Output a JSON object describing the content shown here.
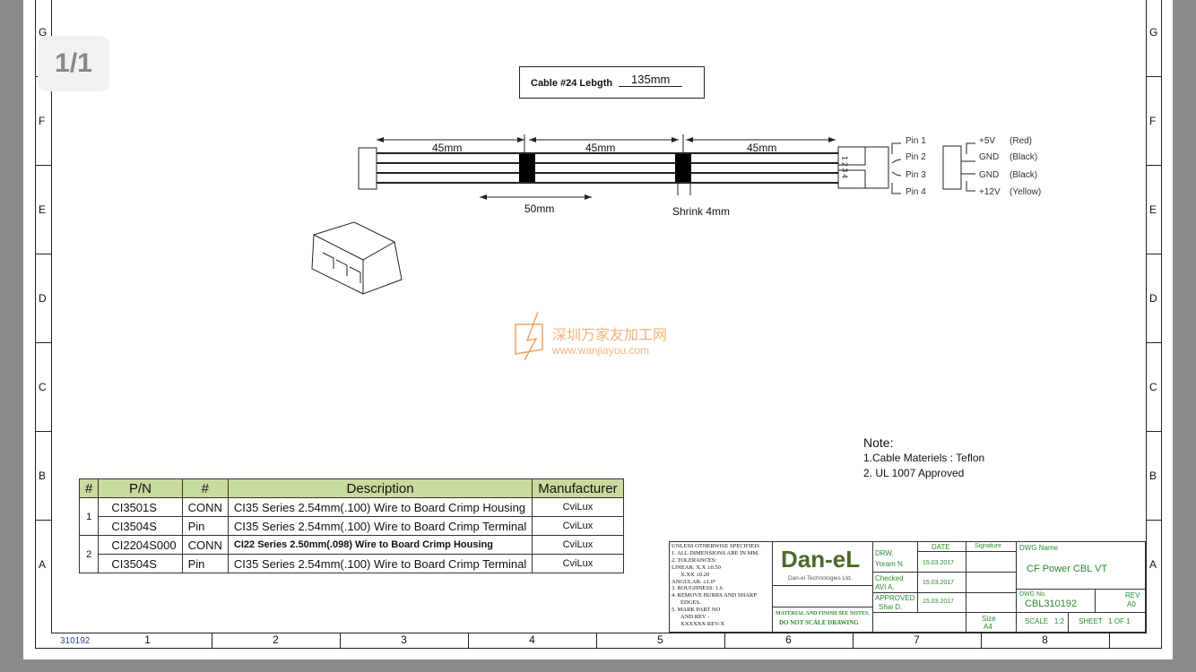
{
  "viewer": {
    "page_indicator": "1/1"
  },
  "zones": {
    "rows": [
      "G",
      "F",
      "E",
      "D",
      "C",
      "B",
      "A"
    ],
    "cols": [
      "1",
      "2",
      "3",
      "4",
      "5",
      "6",
      "7",
      "8"
    ]
  },
  "cable": {
    "label": "Cable #24 Lebgth",
    "length": "135mm",
    "seg1": "45mm",
    "seg2": "45mm",
    "seg3": "45mm",
    "offset": "50mm",
    "shrink": "Shrink 4mm",
    "connector_numbers": "1 2 3 4"
  },
  "pins": [
    {
      "pin": "Pin 1",
      "signal": "+5V",
      "color": "(Red)"
    },
    {
      "pin": "Pin 2",
      "signal": "GND",
      "color": "(Black)"
    },
    {
      "pin": "Pin 3",
      "signal": "GND",
      "color": "(Black)"
    },
    {
      "pin": "Pin 4",
      "signal": "+12V",
      "color": "(Yellow)"
    }
  ],
  "watermark": {
    "cn": "深圳万家友加工网",
    "url": "www.wanjiayou.com"
  },
  "note": {
    "title": "Note:",
    "lines": [
      "1.Cable Materiels : Teflon",
      "2. UL 1007 Approved"
    ]
  },
  "bom": {
    "headers": [
      "#",
      "P/N",
      "#",
      "Description",
      "Manufacturer"
    ],
    "groups": [
      {
        "num": "1",
        "rows": [
          [
            "CI3501S",
            "CONN",
            "CI35 Series 2.54mm(.100) Wire to Board Crimp Housing",
            "CviLux"
          ],
          [
            "CI3504S",
            "Pin",
            "CI35 Series 2.54mm(.100) Wire to Board Crimp Terminal",
            "CviLux"
          ]
        ]
      },
      {
        "num": "2",
        "rows": [
          [
            "CI2204S000",
            "CONN",
            "CI22 Series 2.50mm(.098) Wire to Board Crimp Housing",
            "CviLux"
          ],
          [
            "CI3504S",
            "Pin",
            "CI35 Series 2.54mm(.100) Wire to Board Crimp Terminal",
            "CviLux"
          ]
        ]
      }
    ]
  },
  "titleblock": {
    "spec": [
      "UNLESS OTHERWISE SPECIFIED:",
      "1. ALL DIMENSIONS ARE IN MM.",
      "2. TOLERANCES:",
      "LINEAR:   X.X   ±0.50",
      "X.XX  ±0.20",
      "ANGULAR:  ±1.0°",
      "3. ROUGHNESS:   1.6",
      "4. REMOVE BURRS AND SHARP",
      "EDGES.",
      "5. MARK PART NO",
      "AND REV -",
      "XXXXXX REV-X"
    ],
    "logo": "Dan-eL",
    "company": "Dan-el Technologies Ltd.",
    "material": "MATERIAL AND FINISH SEE NOTES.",
    "noscale": "DO NOT SCALE DRAWING",
    "drw_label": "DRW.",
    "drw_name": "Yoram N.",
    "date_header": "DATE",
    "sig_header": "Signature",
    "drw_date": "15.03.2017",
    "checked_label": "Checked",
    "checked_name": "AVI A.",
    "checked_date": "15.03.2017",
    "approved_label": "APPROVED",
    "approved_name": "Shai D.",
    "approved_date": "15.03.2017",
    "dwg_name_label": "DWG Name",
    "dwg_name": "CF Power CBL VT",
    "dwg_no_label": "DWG No.",
    "dwg_no": "CBL310192",
    "rev_label": "REV",
    "rev": "A0",
    "size_label": "Size",
    "size": "A4",
    "scale": "SCALE   1:2",
    "sheet": "SHEET   1 OF 1"
  },
  "footer_code": "310192"
}
